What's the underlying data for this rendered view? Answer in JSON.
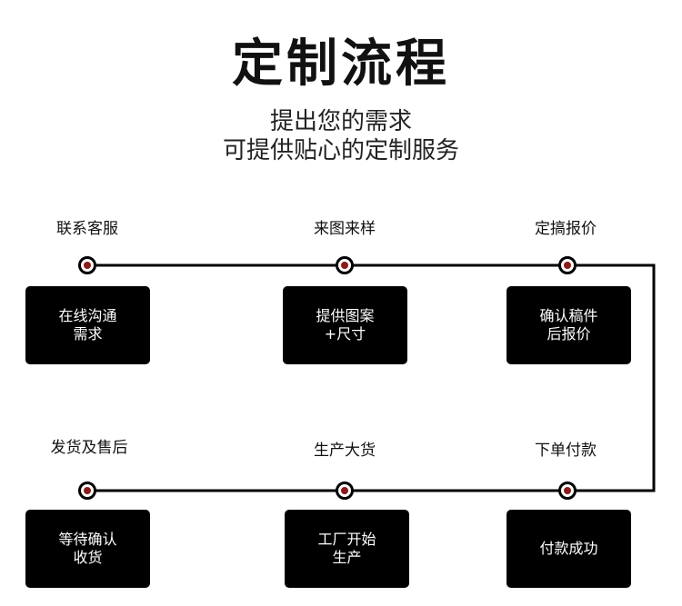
{
  "header": {
    "title": "定制流程",
    "subtitle_line1": "提出您的需求",
    "subtitle_line2": "可提供贴心的定制服务"
  },
  "colors": {
    "box_bg": "#000000",
    "dot_core": "#8b1a1a",
    "line": "#000000"
  },
  "steps": [
    {
      "label": "联系客服",
      "box_line1": "在线沟通",
      "box_line2": "需求"
    },
    {
      "label": "来图来样",
      "box_line1": "提供图案",
      "box_line2": "+尺寸"
    },
    {
      "label": "定搞报价",
      "box_line1": "确认稿件",
      "box_line2": "后报价"
    },
    {
      "label": "下单付款",
      "box_line1": "付款成功",
      "box_line2": ""
    },
    {
      "label": "生产大货",
      "box_line1": "工厂开始",
      "box_line2": "生产"
    },
    {
      "label": "发货及售后",
      "box_line1": "等待确认",
      "box_line2": "收货"
    }
  ]
}
